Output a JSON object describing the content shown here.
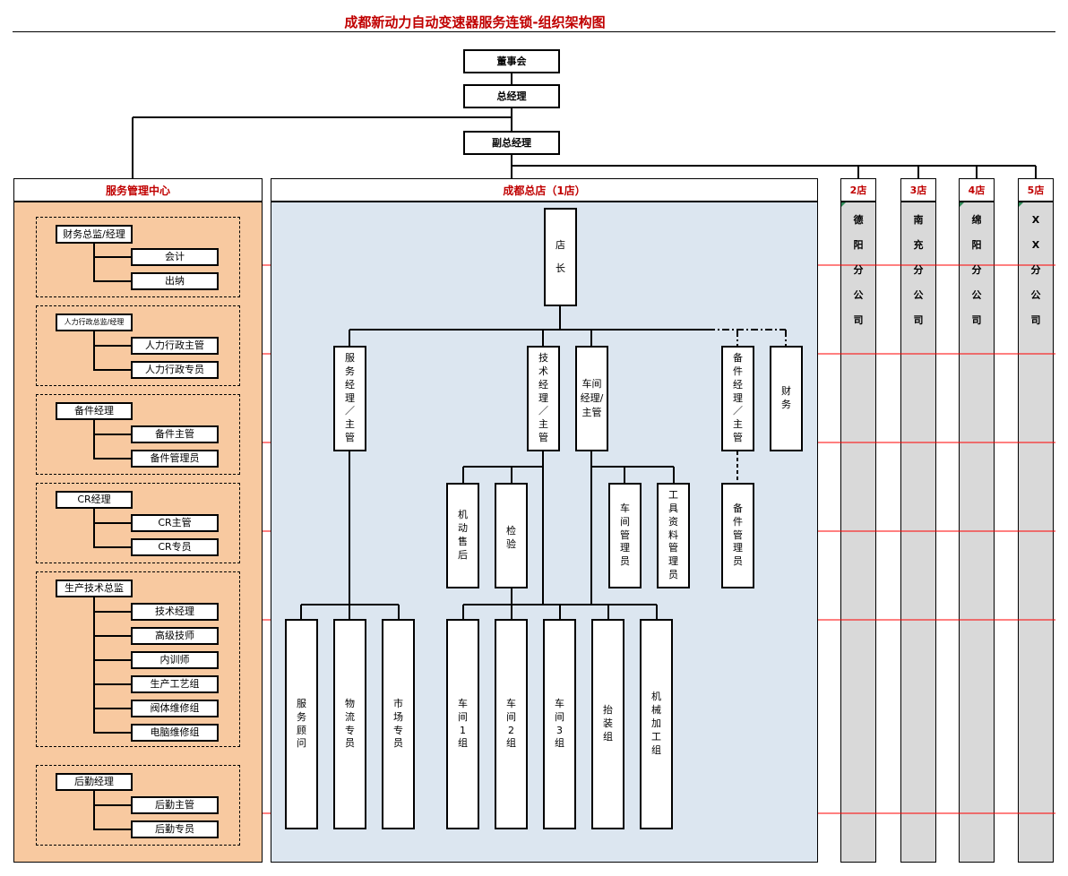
{
  "title": "成都新动力自动变速器服务连锁-组织架构图",
  "top": {
    "board": "董事会",
    "gm": "总经理",
    "deputy_gm": "副总经理"
  },
  "service_center": {
    "header": "服务管理中心",
    "groups": [
      {
        "head": "财务总监/经理",
        "items": [
          "会计",
          "出纳"
        ]
      },
      {
        "head": "人力行政总监/经理",
        "items": [
          "人力行政主管",
          "人力行政专员"
        ]
      },
      {
        "head": "备件经理",
        "items": [
          "备件主管",
          "备件管理员"
        ]
      },
      {
        "head": "CR经理",
        "items": [
          "CR主管",
          "CR专员"
        ]
      },
      {
        "head": "生产技术总监",
        "items": [
          "技术经理",
          "高级技师",
          "内训师",
          "生产工艺组",
          "阀体维修组",
          "电脑维修组"
        ]
      },
      {
        "head": "后勤经理",
        "items": [
          "后勤主管",
          "后勤专员"
        ]
      }
    ]
  },
  "main_store": {
    "header": "成都总店（1店）",
    "manager": "店长",
    "service_mgr": "服务经理/主管",
    "tech_mgr": "技术经理/主管",
    "workshop_mgr": "车间经理/主管",
    "parts_mgr": "备件经理/主管",
    "finance": "财务",
    "tech_children": [
      "机动售后",
      "检验"
    ],
    "workshop_children": [
      "车间管理员",
      "工具资料管理员"
    ],
    "parts_child": "备件管理员",
    "service_children": [
      "服务顾问",
      "物流专员",
      "市场专员"
    ],
    "workshop_groups": [
      "车间1组",
      "车间2组",
      "车间3组",
      "抬装组",
      "机械加工组"
    ]
  },
  "branches": [
    {
      "header": "2店",
      "name": "德阳分公司"
    },
    {
      "header": "3店",
      "name": "南充分公司"
    },
    {
      "header": "4店",
      "name": "绵阳分公司"
    },
    {
      "header": "5店",
      "name": "XX分公司"
    }
  ],
  "colors": {
    "title": "#c00000",
    "service_bg": "#f8c9a0",
    "store_bg": "#dce6f0",
    "branch_bg": "#d9d9d9",
    "link_red": "#ff0000"
  }
}
